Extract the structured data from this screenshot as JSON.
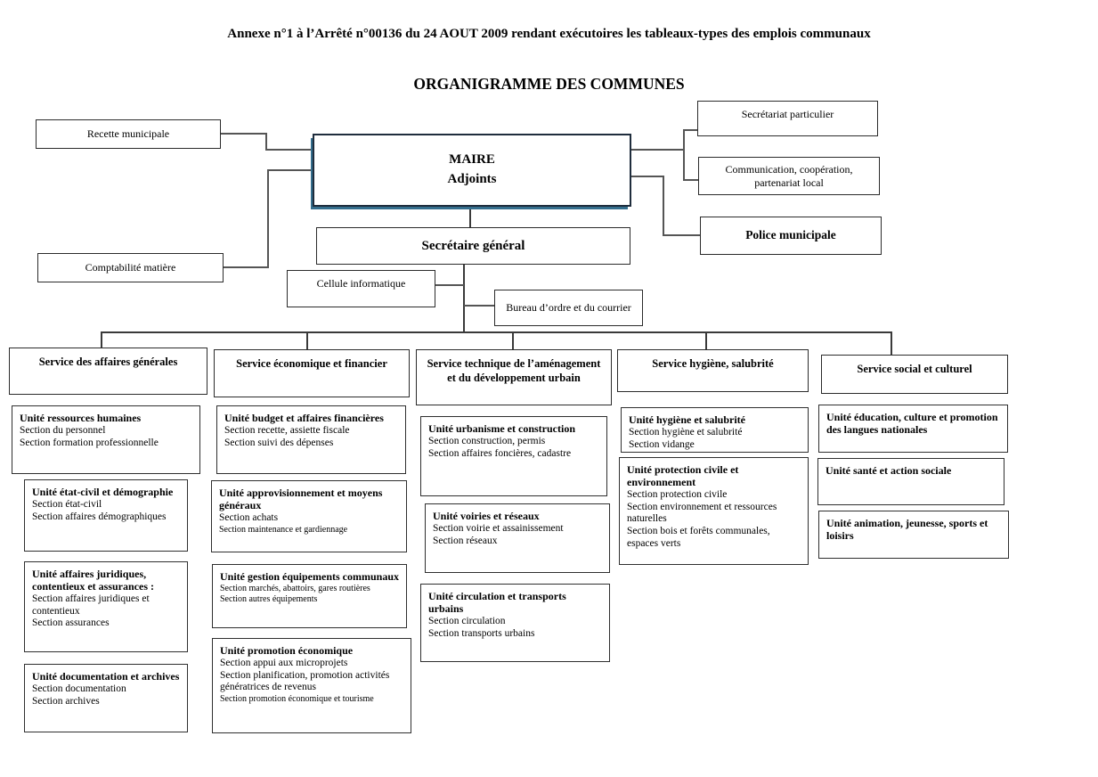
{
  "page": {
    "title": "Annexe n°1 à l’Arrêté n°00136 du 24 AOUT 2009 rendant exécutoires les tableaux-types des emplois communaux",
    "subtitle": "ORGANIGRAMME DES COMMUNES"
  },
  "top": {
    "recette": "Recette municipale",
    "maire_line1": "MAIRE",
    "maire_line2": "Adjoints",
    "secretariat_particulier": "Secrétariat particulier",
    "communication": "Communication, coopération, partenariat local",
    "police": "Police municipale",
    "comptabilite": "Comptabilité matière",
    "secretaire_general": "Secrétaire général",
    "cellule_informatique": "Cellule informatique",
    "bureau_ordre": "Bureau d’ordre et du courrier"
  },
  "columns": [
    {
      "service": "Service des affaires générales",
      "units": [
        {
          "title": "Unité ressources humaines",
          "sections": [
            "Section du personnel",
            "Section formation professionnelle"
          ]
        },
        {
          "title": "Unité état-civil et démographie",
          "sections": [
            "Section état-civil",
            "Section affaires démographiques"
          ]
        },
        {
          "title": "Unité affaires juridiques, contentieux et assurances :",
          "sections": [
            "Section affaires juridiques et contentieux",
            "Section assurances"
          ]
        },
        {
          "title": "Unité documentation et archives",
          "sections": [
            "Section documentation",
            "Section archives"
          ]
        }
      ]
    },
    {
      "service": "Service économique et financier",
      "units": [
        {
          "title": "Unité budget et affaires financières",
          "sections": [
            "Section recette, assiette fiscale",
            "Section suivi des dépenses"
          ]
        },
        {
          "title": "Unité approvisionnement et moyens généraux",
          "sections": [
            "Section achats",
            "Section maintenance et gardiennage"
          ]
        },
        {
          "title": "Unité gestion équipements communaux",
          "sections": [
            "Section marchés, abattoirs, gares routières",
            "Section autres équipements"
          ]
        },
        {
          "title": "Unité promotion économique",
          "sections": [
            "Section appui aux microprojets",
            "Section planification, promotion activités génératrices de revenus",
            "Section promotion économique et tourisme"
          ]
        }
      ]
    },
    {
      "service": "Service technique de l’aménagement et du développement urbain",
      "units": [
        {
          "title": "Unité urbanisme et construction",
          "sections": [
            "Section construction, permis",
            "Section affaires foncières, cadastre"
          ]
        },
        {
          "title": "Unité voiries et réseaux",
          "sections": [
            "Section voirie et assainissement",
            "Section réseaux"
          ]
        },
        {
          "title": "Unité circulation et transports urbains",
          "sections": [
            "Section circulation",
            "Section transports urbains"
          ]
        }
      ]
    },
    {
      "service": "Service hygiène, salubrité",
      "units": [
        {
          "title": "Unité hygiène et salubrité",
          "sections": [
            "Section hygiène et salubrité",
            "Section vidange"
          ]
        },
        {
          "title": "Unité protection civile et environnement",
          "sections": [
            "Section protection civile",
            "Section environnement et ressources naturelles",
            "Section bois et forêts communales, espaces verts"
          ]
        }
      ]
    },
    {
      "service": "Service social et culturel",
      "units": [
        {
          "title": "Unité éducation, culture et promotion des langues nationales",
          "sections": []
        },
        {
          "title": "Unité santé et action sociale",
          "sections": []
        },
        {
          "title": "Unité animation, jeunesse, sports et loisirs",
          "sections": []
        }
      ]
    }
  ]
}
